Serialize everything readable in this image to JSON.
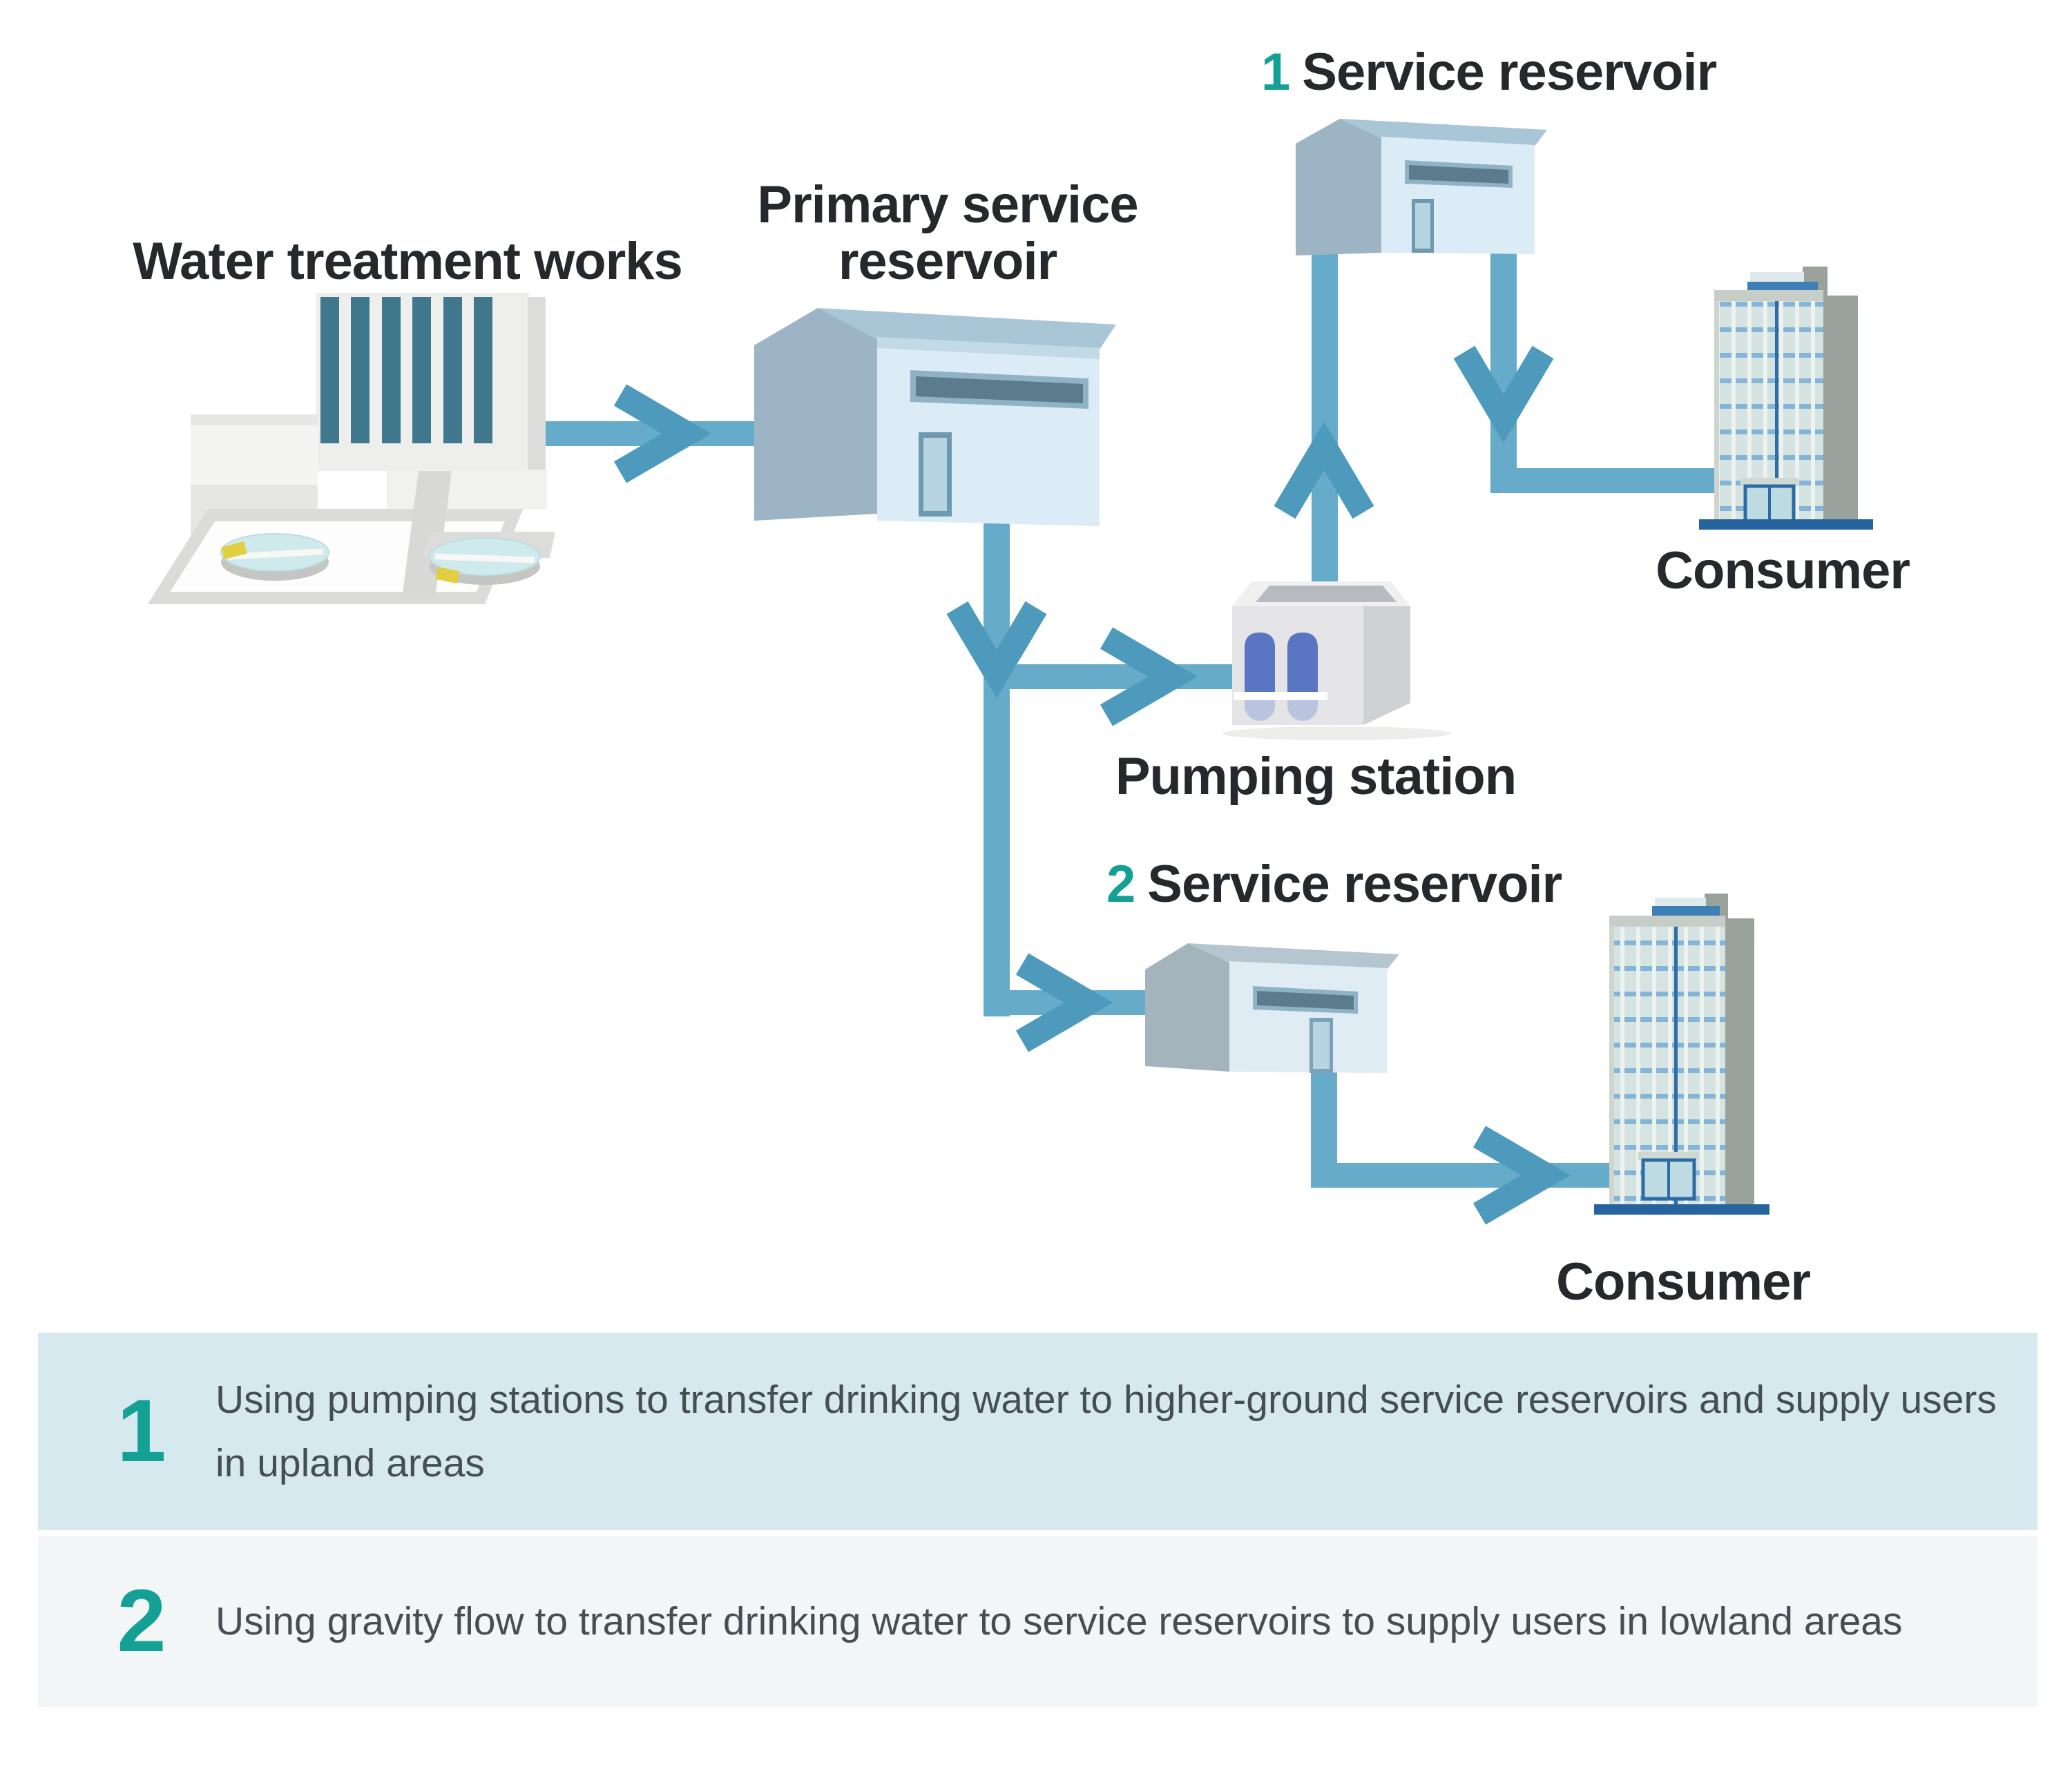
{
  "diagram": {
    "water_treatment": {
      "label": "Water treatment works"
    },
    "primary_reservoir": {
      "label": "Primary service reservoir"
    },
    "service_reservoir_1": {
      "number": "1",
      "label": "Service reservoir"
    },
    "pumping_station": {
      "label": "Pumping station"
    },
    "service_reservoir_2": {
      "number": "2",
      "label": "Service reservoir"
    },
    "consumer_upland": {
      "label": "Consumer"
    },
    "consumer_lowland": {
      "label": "Consumer"
    }
  },
  "notes": [
    {
      "number": "1",
      "text": "Using pumping stations to transfer drinking water to higher-ground service reservoirs and supply users in upland areas"
    },
    {
      "number": "2",
      "text": "Using gravity flow to transfer drinking water to service reservoirs to supply users in lowland areas"
    }
  ],
  "colors": {
    "pipe": "#66abc9",
    "arrow": "#4e9abc",
    "accent_teal": "#14a095",
    "label_text": "#26292c",
    "note_text": "#474e53",
    "note1_bg": "#d5e9ef",
    "note2_bg": "#f2f6f6"
  }
}
